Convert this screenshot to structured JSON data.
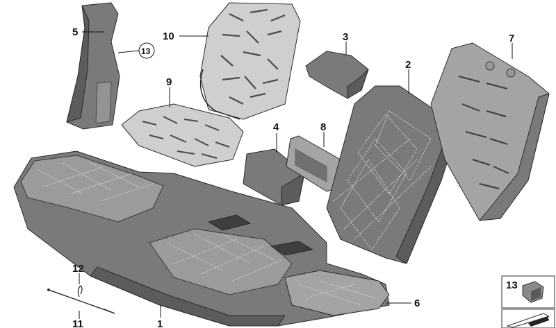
{
  "diagram": {
    "callouts": [
      {
        "id": "c1",
        "label": "1"
      },
      {
        "id": "c2",
        "label": "2"
      },
      {
        "id": "c3",
        "label": "3"
      },
      {
        "id": "c4",
        "label": "4"
      },
      {
        "id": "c5",
        "label": "5"
      },
      {
        "id": "c6",
        "label": "6"
      },
      {
        "id": "c7",
        "label": "7"
      },
      {
        "id": "c8",
        "label": "8"
      },
      {
        "id": "c9",
        "label": "9"
      },
      {
        "id": "c10",
        "label": "10"
      },
      {
        "id": "c11",
        "label": "11"
      },
      {
        "id": "c12",
        "label": "12"
      },
      {
        "id": "c13",
        "label": "13"
      }
    ],
    "inset_label": "13"
  }
}
